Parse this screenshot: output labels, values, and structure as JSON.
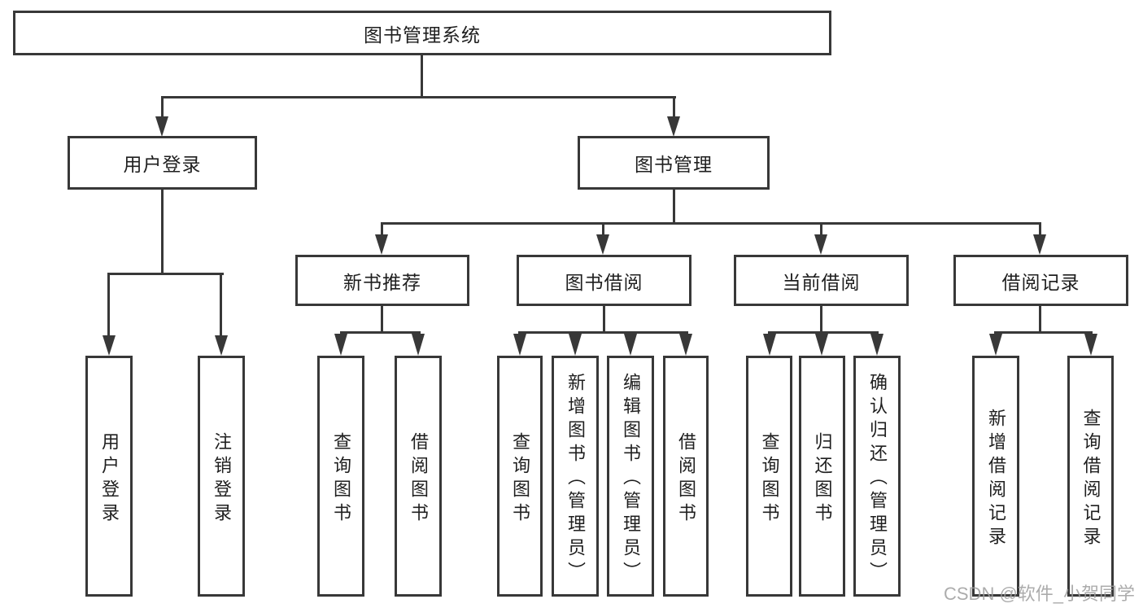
{
  "diagram": {
    "title": "图书管理系统",
    "type": "hierarchy-tree",
    "colors": {
      "line": "#383838",
      "text": "#1f1f1f",
      "watermark_text_color": "#9e9e9e",
      "background": "#ffffff"
    },
    "tree": {
      "root": {
        "label": "图书管理系统"
      },
      "branches": [
        {
          "label": "用户登录",
          "children": [
            "用户登录",
            "注销登录"
          ]
        },
        {
          "label": "图书管理",
          "sections": [
            {
              "label": "新书推荐",
              "children": [
                "查询图书",
                "借阅图书"
              ]
            },
            {
              "label": "图书借阅",
              "children": [
                "查询图书",
                "新增图书（管理员）",
                "编辑图书（管理员）",
                "借阅图书"
              ]
            },
            {
              "label": "当前借阅",
              "children": [
                "查询图书",
                "归还图书",
                "确认归还（管理员）"
              ]
            },
            {
              "label": "借阅记录",
              "children": [
                "新增借阅记录",
                "查询借阅记录"
              ]
            }
          ]
        }
      ]
    },
    "watermark": "CSDN @软件_小贺同学"
  }
}
